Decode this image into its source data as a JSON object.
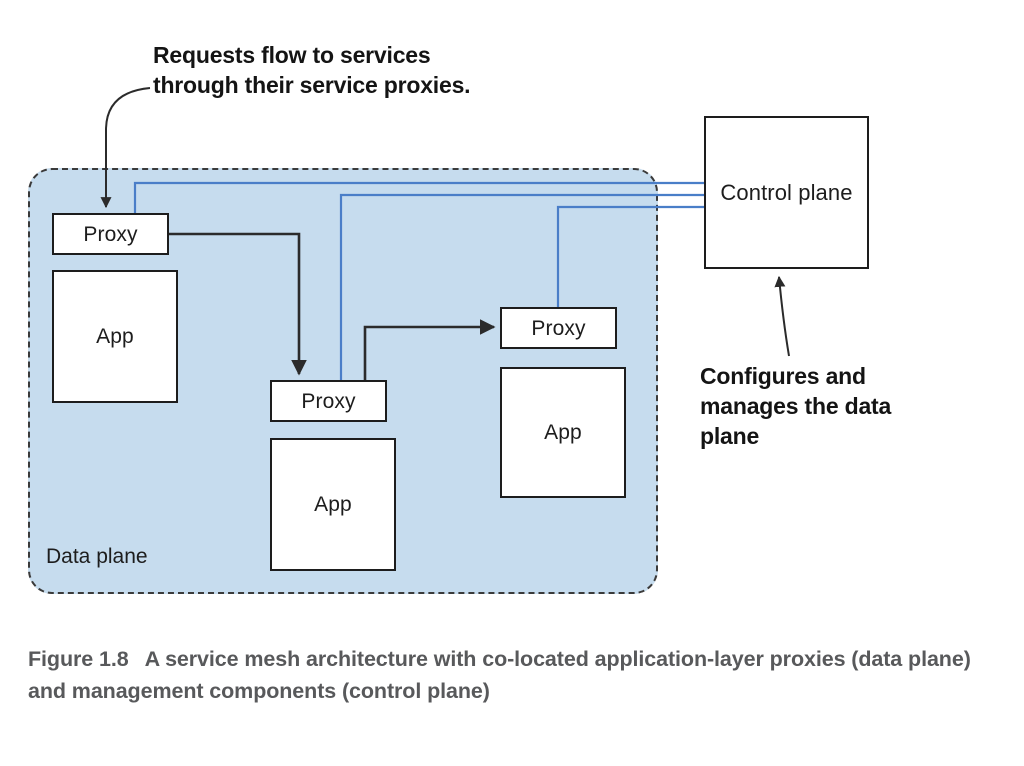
{
  "figure": {
    "caption_prefix": "Figure 1.8",
    "caption_text": "A service mesh architecture with co-located application-layer proxies (data plane) and management components (control plane)"
  },
  "annotations": {
    "requests": "Requests flow to services through their service proxies.",
    "configures": "Configures and manages the data plane"
  },
  "data_plane": {
    "label": "Data plane"
  },
  "control_plane": {
    "label": "Control plane"
  },
  "services": [
    {
      "proxy_label": "Proxy",
      "app_label": "App"
    },
    {
      "proxy_label": "Proxy",
      "app_label": "App"
    },
    {
      "proxy_label": "Proxy",
      "app_label": "App"
    }
  ],
  "colors": {
    "data_plane_fill": "#c6dcee",
    "data_plane_border": "#3a3a3a",
    "control_link": "#4a7ec8",
    "request_link": "#2b2b2b",
    "node_border": "#1d1d1d",
    "node_fill": "#ffffff",
    "caption_text": "#58595b",
    "annotation_text": "#141414"
  }
}
